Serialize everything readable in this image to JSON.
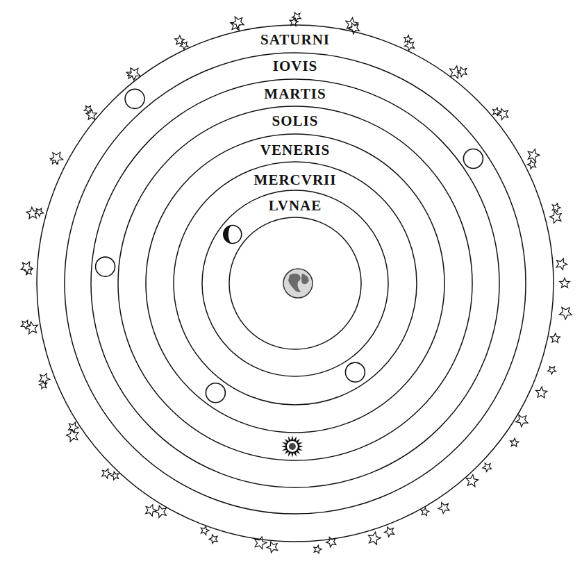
{
  "diagram": {
    "labels": [
      "SATURNI",
      "IOVIS",
      "MARTIS",
      "SOLIS",
      "VENERIS",
      "MERCVRII",
      "LVNAE"
    ]
  }
}
